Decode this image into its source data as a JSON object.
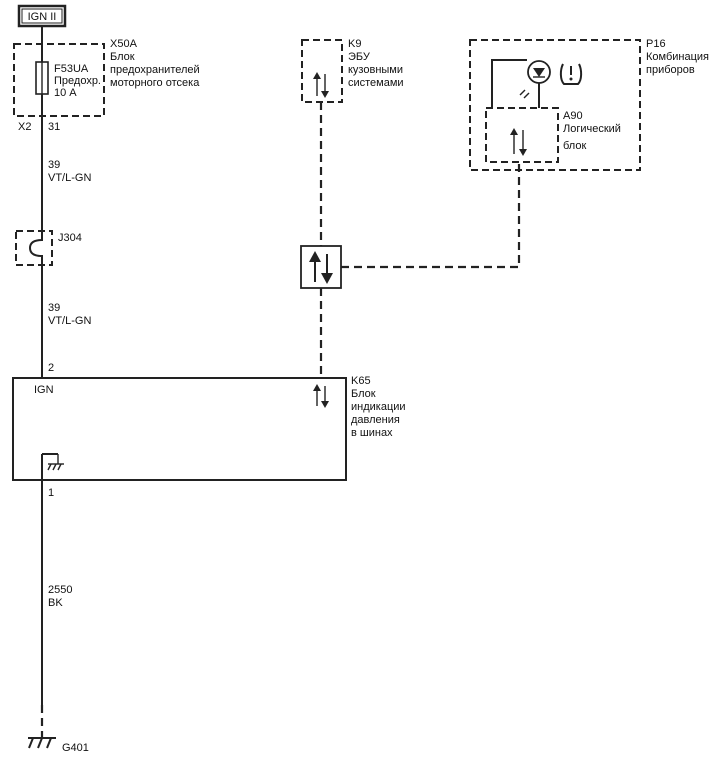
{
  "ign_label": "IGN II",
  "x50a": {
    "id": "X50A",
    "name_line1": "Блок",
    "name_line2": "предохранителей",
    "name_line3": "моторного отсека"
  },
  "fuse": {
    "id": "F53UA",
    "name": "Предохр.",
    "rating": "10 А"
  },
  "connector_x2": "X2",
  "pin_31": "31",
  "wire_upper": {
    "circuit": "39",
    "color": "VT/L-GN"
  },
  "splice": "J304",
  "wire_lower": {
    "circuit": "39",
    "color": "VT/L-GN"
  },
  "pin_2": "2",
  "k65": {
    "ign": "IGN",
    "id": "K65",
    "name_line1": "Блок",
    "name_line2": "индикации",
    "name_line3": "давления",
    "name_line4": "в шинах"
  },
  "pin_1": "1",
  "wire_ground": {
    "circuit": "2550",
    "color": "BK"
  },
  "ground": "G401",
  "k9": {
    "id": "K9",
    "name_line1": "ЭБУ",
    "name_line2": "кузовными",
    "name_line3": "системами"
  },
  "p16": {
    "id": "P16",
    "name_line1": "Комбинация",
    "name_line2": "приборов"
  },
  "a90": {
    "id": "A90",
    "name_line1": "Логический",
    "name_line2": "блок"
  },
  "icons": [
    "fuse-icon",
    "data-arrows-icon",
    "lamp-icon",
    "tire-pressure-icon",
    "ground-icon",
    "splice-icon"
  ]
}
